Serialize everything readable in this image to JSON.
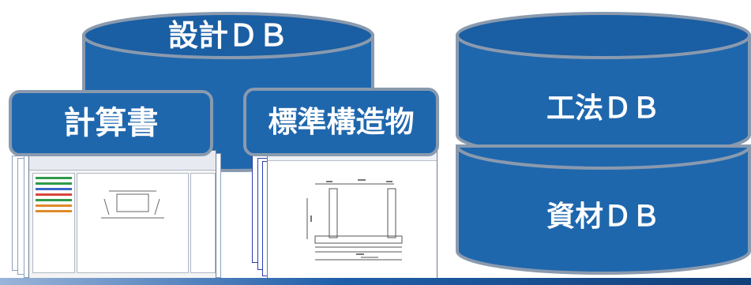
{
  "design_db": {
    "label": "設計ＤＢ"
  },
  "calc_tab": {
    "label": "計算書"
  },
  "standard_tab": {
    "label": "標準構造物"
  },
  "method_db": {
    "label": "工法ＤＢ"
  },
  "material_db": {
    "label": "資材ＤＢ"
  },
  "colors": {
    "cylinder_fill": "#1f67ad",
    "cylinder_top": "#1a5ea3",
    "outline": "#8a9aae",
    "text": "#ffffff"
  }
}
